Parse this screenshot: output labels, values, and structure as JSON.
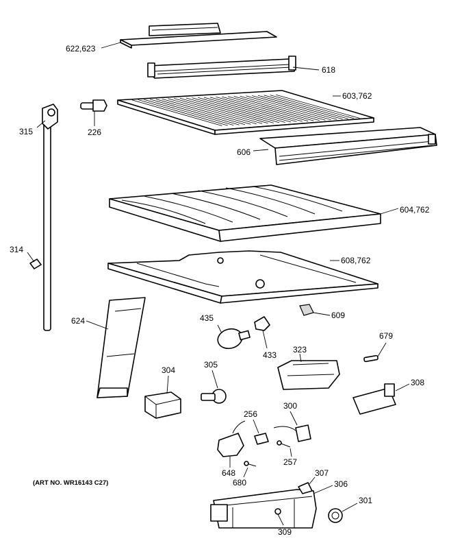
{
  "labels": {
    "l622": "622,623",
    "l618": "618",
    "l603": "603,762",
    "l226": "226",
    "l315": "315",
    "l606": "606",
    "l604": "604,762",
    "l314": "314",
    "l608": "608,762",
    "l609": "609",
    "l624": "624",
    "l435": "435",
    "l433": "433",
    "l679": "679",
    "l323": "323",
    "l304": "304",
    "l305": "305",
    "l308": "308",
    "l256": "256",
    "l300": "300",
    "l257": "257",
    "l648": "648",
    "l680": "680",
    "l307": "307",
    "l306": "306",
    "l301": "301",
    "l309": "309"
  },
  "art_number": "(ART NO. WR16143 C27)"
}
